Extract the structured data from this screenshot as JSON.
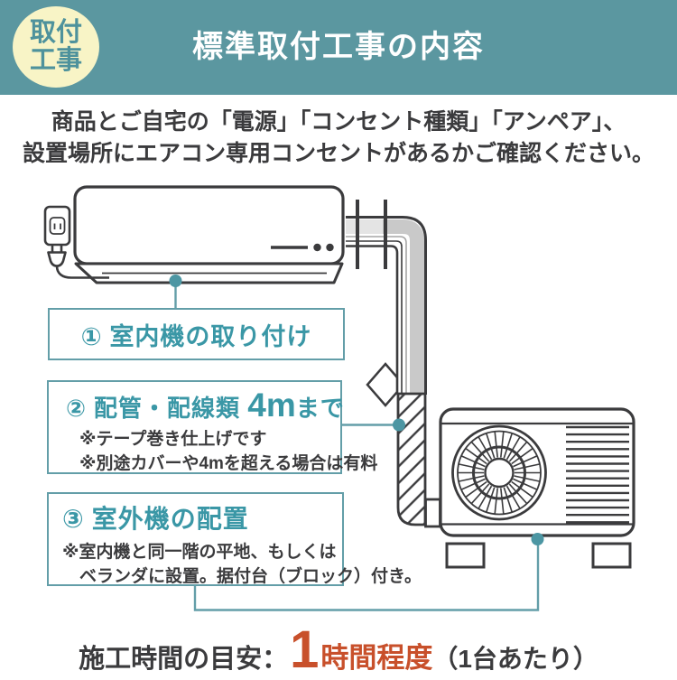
{
  "colors": {
    "teal": "#5b97a0",
    "teal_line": "#639ea8",
    "teal_text": "#3a97a6",
    "teal_dot": "#4c96a3",
    "badge_bg": "#f8f4c6",
    "badge_text": "#4e929c",
    "dark": "#3b3b3d",
    "orange": "#c8502b",
    "gray_light": "#e4e4e4",
    "gray_mid": "#c9c9c9"
  },
  "header": {
    "badge_line1": "取付",
    "badge_line2": "工事",
    "title": "標準取付工事の内容"
  },
  "intro": {
    "line1": "商品とご自宅の「電源」「コンセント種類」「アンペア」、",
    "line2": "設置場所にエアコン専用コンセントがあるかご確認ください。"
  },
  "steps": [
    {
      "num": "①",
      "title": "室内機の取り付け"
    },
    {
      "num": "②",
      "title_pre": "配管・配線類",
      "highlight": "4m",
      "title_post": "まで",
      "notes": [
        "※テープ巻き仕上げです",
        "※別途カバーや4mを超える場合は有料"
      ]
    },
    {
      "num": "③",
      "title": "室外機の配置",
      "notes": [
        "※室内機と同一階の平地、もしくは",
        "ベランダに設置。据付台（ブロック）付き。"
      ]
    }
  ],
  "footer": {
    "label": "施工時間の目安：",
    "big_number": "1",
    "duration": "時間程度",
    "per_unit": "（1台あたり）"
  },
  "diagram_icons": [
    "power-outlet",
    "power-plug",
    "indoor-unit",
    "wall",
    "refrigerant-pipe",
    "tape-wrapped-pipe",
    "pipe-joint",
    "outdoor-unit",
    "fan",
    "grille",
    "unit-feet"
  ]
}
